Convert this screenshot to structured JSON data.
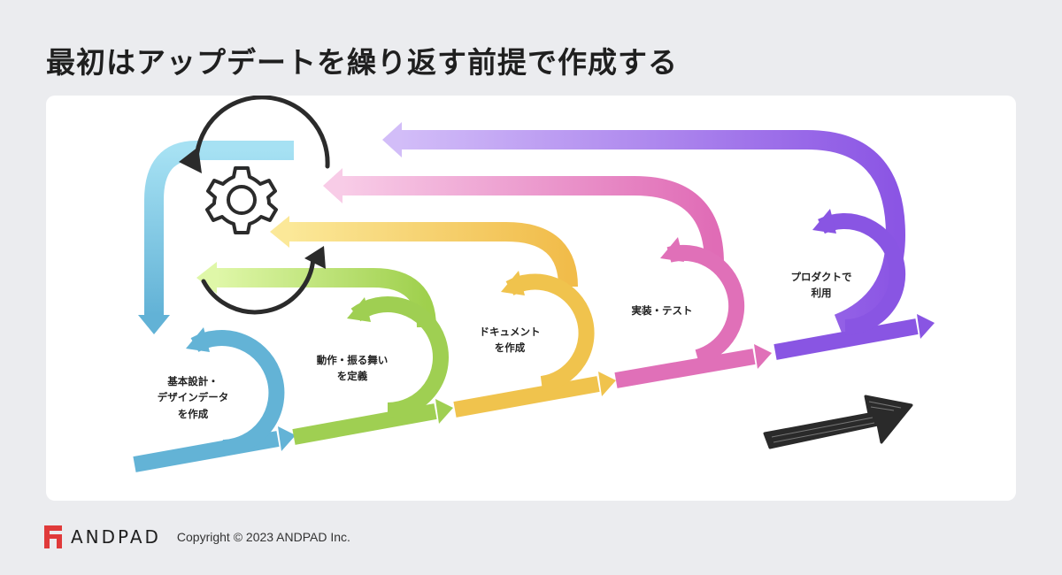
{
  "title": "最初はアップデートを繰り返す前提で作成する",
  "stages": [
    {
      "id": "design",
      "label": "基本設計・\nデザインデータ\nを作成",
      "color": "#63b3d6"
    },
    {
      "id": "behavior",
      "label": "動作・振る舞い\nを定義",
      "color": "#9fcf52"
    },
    {
      "id": "document",
      "label": "ドキュメント\nを作成",
      "color": "#f0c34d"
    },
    {
      "id": "implement",
      "label": "実装・テスト",
      "color": "#e070b8"
    },
    {
      "id": "use",
      "label": "プロダクトで\n利用",
      "color": "#8955e3"
    }
  ],
  "icons": {
    "center": "gear-icon",
    "progress": "arrow-right-icon"
  },
  "footer": {
    "brand": "ANDPAD",
    "copyright": "Copyright © 2023 ANDPAD Inc.",
    "brand_color": "#e03a3a"
  }
}
